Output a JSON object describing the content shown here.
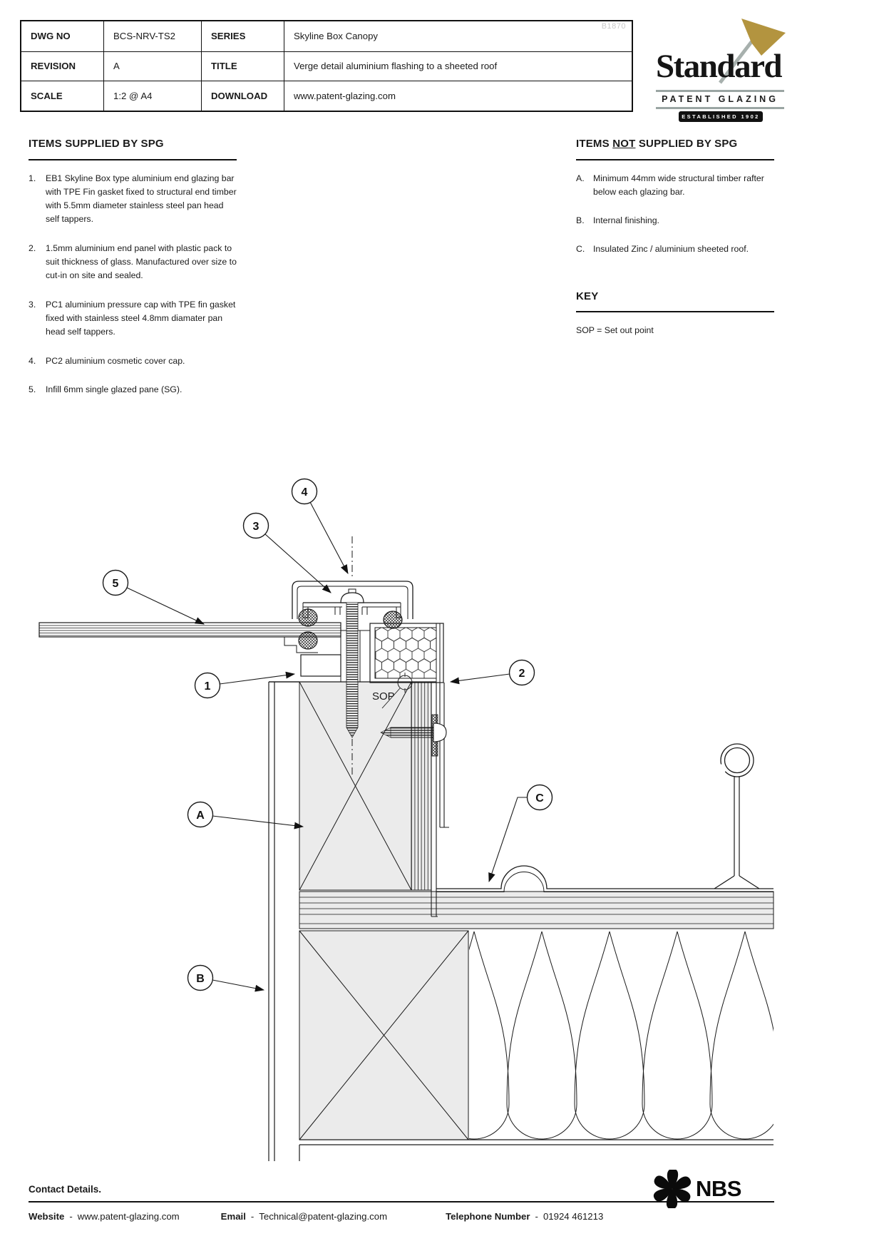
{
  "watermark": "B1870",
  "title_block": {
    "rows": [
      {
        "label1": "DWG NO",
        "value1": "BCS-NRV-TS2",
        "label2": "SERIES",
        "value2": "Skyline Box Canopy"
      },
      {
        "label1": "REVISION",
        "value1": "A",
        "label2": "TITLE",
        "value2": "Verge detail aluminium flashing to a sheeted roof"
      },
      {
        "label1": "SCALE",
        "value1": "1:2 @ A4",
        "label2": "DOWNLOAD",
        "value2": "www.patent-glazing.com"
      }
    ]
  },
  "logo": {
    "name": "Standard",
    "subtitle": "PATENT GLAZING",
    "established": "ESTABLISHED 1902",
    "flag_gold": "#b3943f",
    "rule_gray": "#9aa5a3"
  },
  "supplied": {
    "header": "ITEMS SUPPLIED BY SPG",
    "items": [
      {
        "num": "1.",
        "text": "EB1 Skyline Box type aluminium end glazing bar with TPE Fin gasket fixed to structural end timber with 5.5mm diameter stainless steel pan head self tappers."
      },
      {
        "num": "2.",
        "text": "1.5mm aluminium end panel with plastic pack to suit thickness of glass. Manufactured over size to cut-in on site and sealed."
      },
      {
        "num": "3.",
        "text": "PC1 aluminium pressure cap with TPE fin gasket fixed with stainless steel 4.8mm diamater pan head self tappers."
      },
      {
        "num": "4.",
        "text": "PC2 aluminium cosmetic cover cap."
      },
      {
        "num": "5.",
        "text": "Infill 6mm single glazed pane (SG)."
      }
    ]
  },
  "not_supplied": {
    "header_prefix": "ITEMS ",
    "header_not": "NOT",
    "header_suffix": " SUPPLIED BY SPG",
    "items": [
      {
        "num": "A.",
        "text": "Minimum 44mm wide structural timber rafter below each glazing bar."
      },
      {
        "num": "B.",
        "text": "Internal finishing."
      },
      {
        "num": "C.",
        "text": "Insulated Zinc / aluminium sheeted roof."
      }
    ]
  },
  "key": {
    "header": "KEY",
    "entry": "SOP = Set out point"
  },
  "drawing": {
    "sop_label": "SOP",
    "callouts": [
      {
        "label": "1"
      },
      {
        "label": "2"
      },
      {
        "label": "3"
      },
      {
        "label": "4"
      },
      {
        "label": "5"
      },
      {
        "label": "A"
      },
      {
        "label": "B"
      },
      {
        "label": "C"
      }
    ]
  },
  "footer": {
    "contact": "Contact Details.",
    "website_label": "Website",
    "website_value": "www.patent-glazing.com",
    "email_label": "Email",
    "email_value": "Technical@patent-glazing.com",
    "phone_label": "Telephone Number",
    "phone_value": "01924 461213",
    "separator": "-",
    "nbs": "NBS"
  }
}
